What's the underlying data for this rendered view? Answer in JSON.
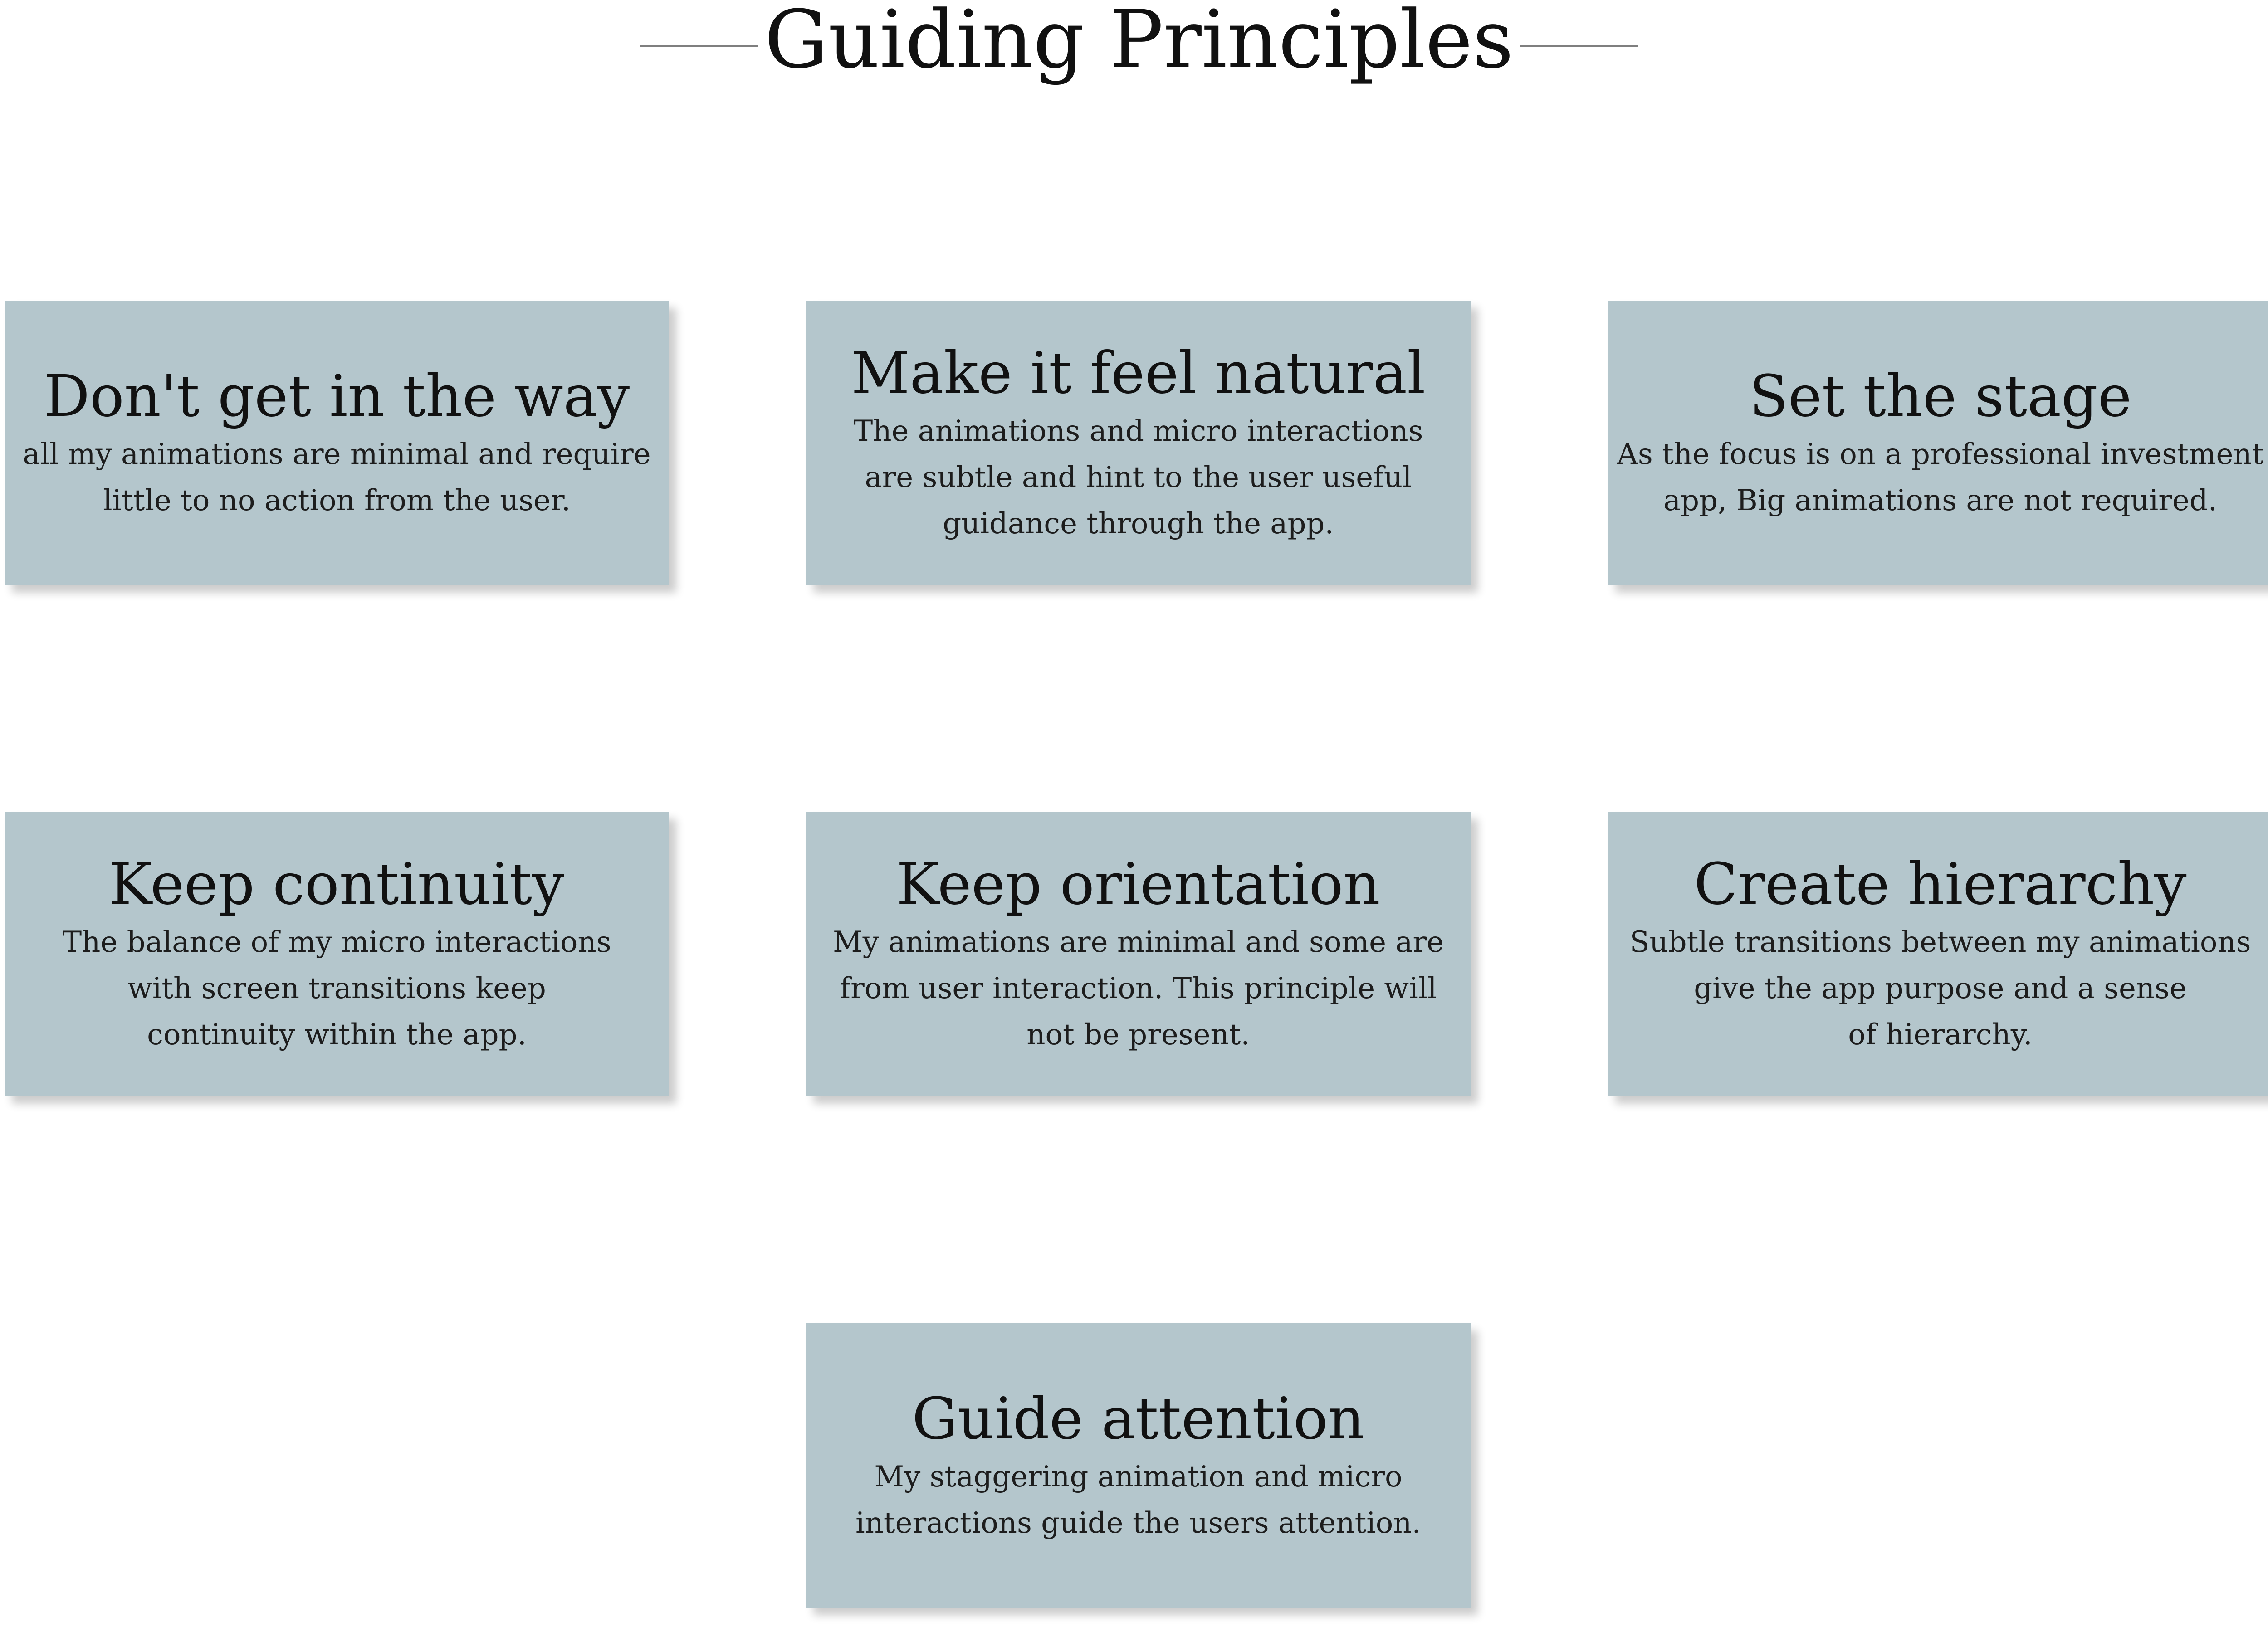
{
  "header": {
    "title": "Guiding Principles"
  },
  "colors": {
    "card_background": "#b4c6cc",
    "rule": "#7f7f7f",
    "text": "#111111"
  },
  "principles": [
    {
      "title": "Don't get in the way",
      "lines": [
        "all my animations are minimal and require",
        "little to no action from the user."
      ]
    },
    {
      "title": "Make it feel natural",
      "lines": [
        "The animations and micro interactions",
        "are subtle and hint to the user useful",
        "guidance through the app."
      ]
    },
    {
      "title": "Set the stage",
      "lines": [
        "As the focus is on a professional investment",
        "app, Big animations are not required."
      ]
    },
    {
      "title": "Keep continuity",
      "lines": [
        "The balance of my micro interactions",
        "with screen transitions keep",
        "continuity within the app."
      ]
    },
    {
      "title": "Keep orientation",
      "lines": [
        "My animations are minimal and some are",
        "from user interaction. This principle will",
        "not be present."
      ]
    },
    {
      "title": "Create hierarchy",
      "lines": [
        "Subtle transitions between my animations",
        "give the app purpose and a sense",
        "of hierarchy."
      ]
    },
    {
      "title": "Guide attention",
      "lines": [
        "My staggering animation and micro",
        "interactions guide the users attention."
      ]
    }
  ]
}
